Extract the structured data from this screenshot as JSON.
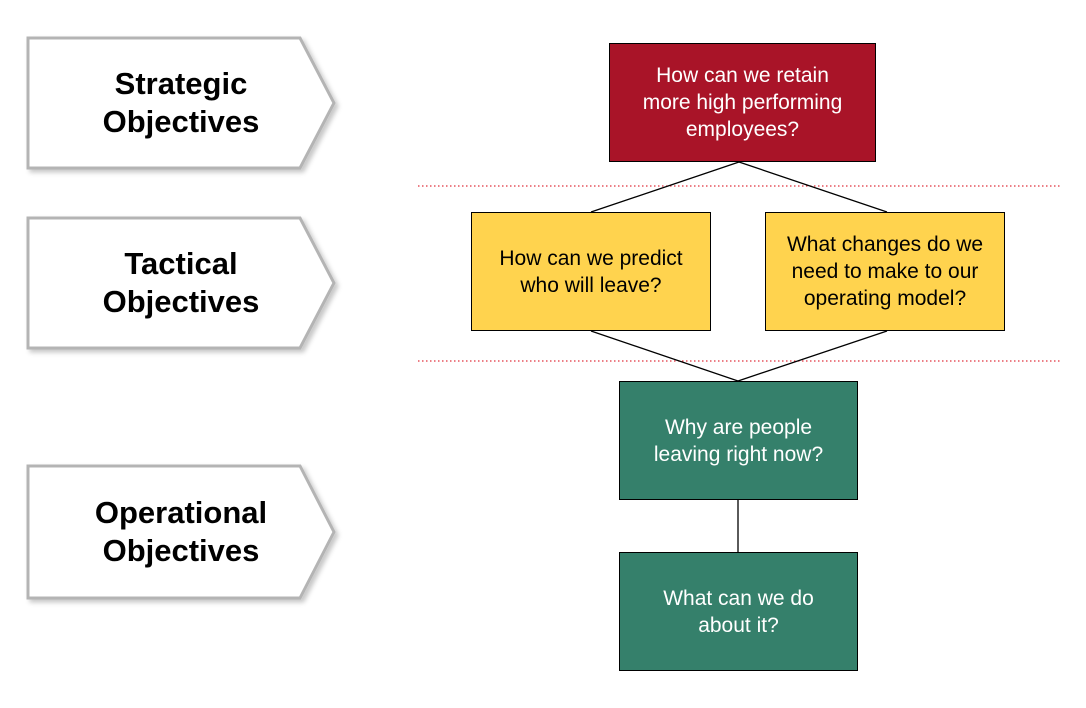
{
  "colors": {
    "strategic": "#a91428",
    "tactical": "#ffd34e",
    "operational": "#35806b",
    "divider": "#e0303c",
    "arrow_fill": "#ffffff",
    "arrow_stroke": "#b4b4b4",
    "connector": "#000000"
  },
  "tiers": [
    {
      "line1": "Strategic",
      "line2": "Objectives"
    },
    {
      "line1": "Tactical",
      "line2": "Objectives"
    },
    {
      "line1": "Operational",
      "line2": "Objectives"
    }
  ],
  "boxes": {
    "strategic": {
      "line1": "How can we retain",
      "line2": "more high performing",
      "line3": "employees?"
    },
    "tactical_left": {
      "line1": "How can we predict",
      "line2": "who will leave?"
    },
    "tactical_right": {
      "line1": "What changes do we",
      "line2": "need to make to our",
      "line3": "operating model?"
    },
    "operational_top": {
      "line1": "Why are people",
      "line2": "leaving right now?"
    },
    "operational_bottom": {
      "line1": "What can we do",
      "line2": "about it?"
    }
  }
}
